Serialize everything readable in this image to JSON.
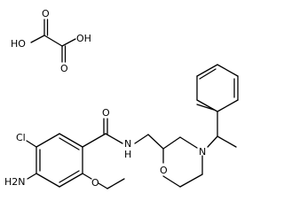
{
  "structure": {
    "atom_labels": {
      "oxalic_oh_left": "HO",
      "oxalic_oh_right": "OH",
      "oxalic_o_top": "O",
      "oxalic_o_bottom": "O",
      "amide_o": "O",
      "amide_n": "N",
      "amide_h": "H",
      "chloro": "Cl",
      "amino": "H2N",
      "ether_o": "O",
      "morpholine_o": "O",
      "morpholine_n": "N"
    }
  }
}
